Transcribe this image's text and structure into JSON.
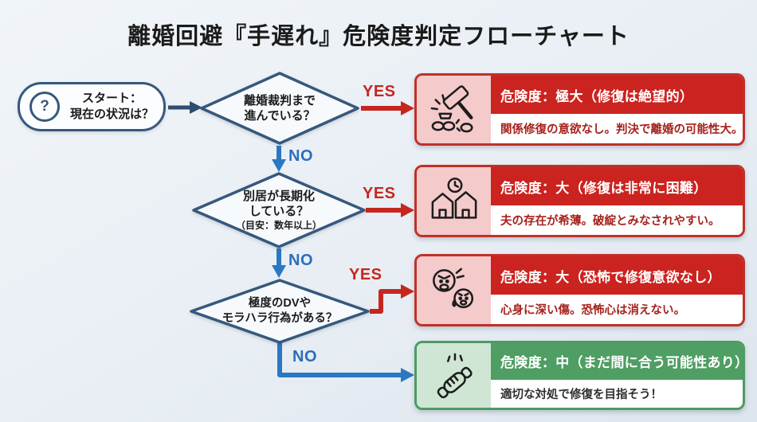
{
  "title": "離婚回避『手遅れ』危険度判定フローチャート",
  "start": {
    "icon": "question-icon",
    "icon_glyph": "?",
    "line1": "スタート：",
    "line2": "現在の状況は？"
  },
  "decisions": [
    {
      "lines": [
        "離婚裁判まで",
        "進んでいる？"
      ],
      "yes": "YES",
      "no": "NO"
    },
    {
      "lines": [
        "別居が長期化",
        "している？",
        "（目安：数年以上）"
      ],
      "yes": "YES",
      "no": "NO"
    },
    {
      "lines": [
        "極度のDVや",
        "モラハラ行為がある？"
      ],
      "yes": "YES",
      "no": "NO"
    }
  ],
  "results": [
    {
      "icon": "gavel-broken-chain-icon",
      "header": "危険度：極大（修復は絶望的）",
      "body": "関係修復の意欲なし。判決で離婚の可能性大。"
    },
    {
      "icon": "houses-clock-icon",
      "header": "危険度：大（修復は非常に困難）",
      "body": "夫の存在が希薄。破綻とみなされやすい。"
    },
    {
      "icon": "angry-fearful-faces-icon",
      "header": "危険度：大（恐怖で修復意欲なし）",
      "body": "心身に深い傷。恐怖心は消えない。"
    },
    {
      "icon": "handshake-icon",
      "header": "危険度：中（まだ間に合う可能性あり）",
      "body": "適切な対処で修復を目指そう！"
    }
  ],
  "colors": {
    "background": "#e8eef4",
    "navy_arrow": "#2f4d6e",
    "yes_red": "#c5271f",
    "no_blue": "#2a78c2",
    "danger_header": "#cb231f",
    "danger_border": "#c03028",
    "danger_panel": "#f4caca",
    "danger_text": "#a6221d",
    "safe_header": "#4f9e63",
    "safe_panel": "#cfe6d4",
    "diamond_border": "#36587c"
  }
}
